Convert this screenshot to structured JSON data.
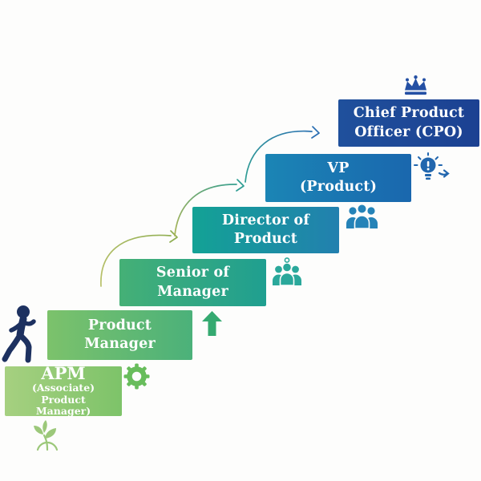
{
  "diagram": {
    "type": "career-ladder-staircase",
    "steps": {
      "apm": {
        "title": "APM",
        "sub1": "(Associate)",
        "sub2": "Product",
        "sub3": "Manager)"
      },
      "pm": {
        "line1": "Product",
        "line2": "Manager"
      },
      "senior": {
        "line1": "Senior of",
        "line2": "Manager"
      },
      "director": {
        "line1": "Director of",
        "line2": "Product"
      },
      "vp": {
        "line1": "VP",
        "line2": "(Product)"
      },
      "cpo": {
        "line1": "Chief Product",
        "line2": "Officer (CPO)"
      }
    },
    "icon_names": [
      "walking-person-icon",
      "seedling-icon",
      "gear-icon",
      "up-arrow-icon",
      "team-lead-icon",
      "group-icon",
      "lightbulb-idea-icon",
      "crown-icon",
      "curved-arrow-to-director",
      "curved-arrow-to-vp",
      "curved-arrow-to-cpo"
    ],
    "colors": {
      "background": "#fdfdfc",
      "step_text": "#ffffff",
      "apm_gradient": [
        "#a6d080",
        "#7dc369"
      ],
      "pm_gradient": [
        "#7cc26b",
        "#4bb17a"
      ],
      "senior_gradient": [
        "#45b076",
        "#1f9f90"
      ],
      "director_gradient": [
        "#13a295",
        "#2280af"
      ],
      "vp_gradient": [
        "#1b85b5",
        "#1a67ae"
      ],
      "cpo_gradient": [
        "#1f509c",
        "#1c4192"
      ],
      "walking_person_icon": "#1d3160",
      "crown_icon": "#2450a4",
      "lightbulb_icon": "#2166ae",
      "group_icon": "#2583b8",
      "team_lead_icon": "#2aa89b",
      "up_arrow_icon": "#35aa71",
      "gear_icon": "#68bd5c",
      "seedling_icon": "#9cc87a",
      "arrow_1": "#9fb054",
      "arrow_2": "#2f9e93",
      "arrow_3": "#2b6fb3"
    }
  }
}
